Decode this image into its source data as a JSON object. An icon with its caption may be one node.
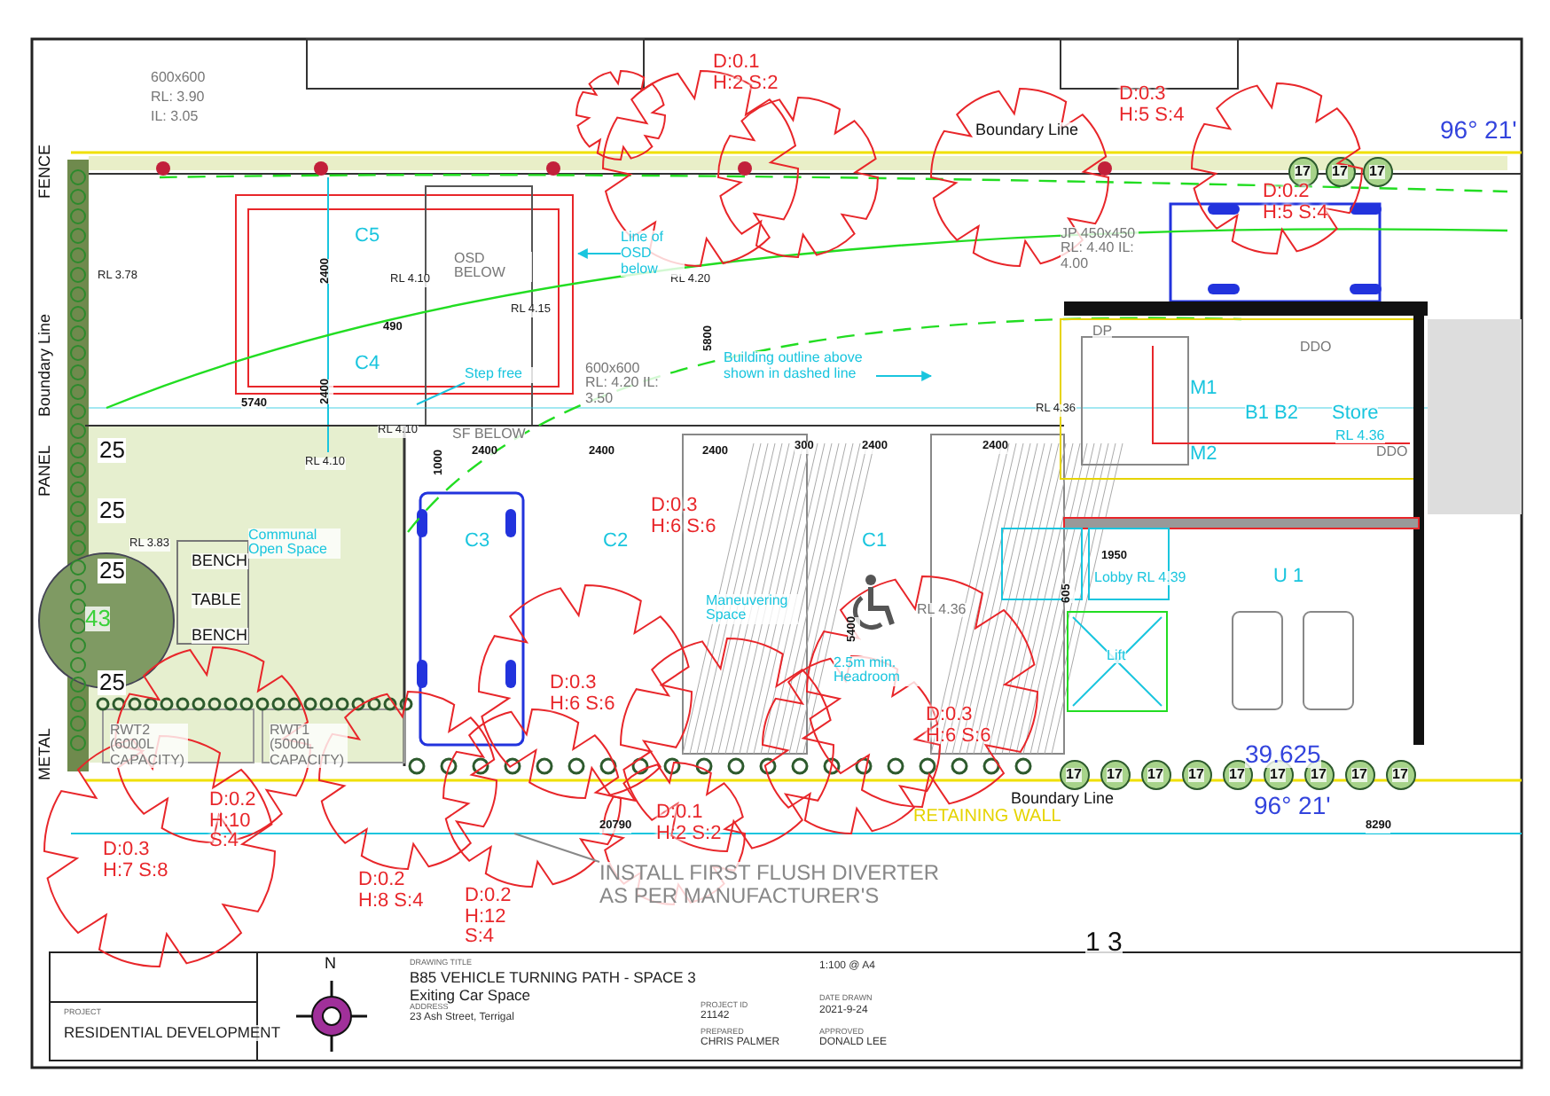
{
  "diagram": {
    "title": "B85 VEHICLE TURNING PATH - SPACE 3",
    "nodes": [
      {
        "text": [
          "Line of OSD below"
        ]
      },
      {
        "text": [
          "Building outline above shown in dashed line"
        ]
      },
      {
        "text": [
          "Step free"
        ]
      },
      {
        "text": [
          "INSTALL FIRST FLUSH DIVERTER AS PER MANUFACTURER'S"
        ]
      }
    ],
    "edges": [
      {
        "from": 0,
        "to": null,
        "arrow": "to"
      },
      {
        "from": 1,
        "to": null,
        "arrow": "to"
      },
      {
        "from": 2,
        "to": null,
        "arrow": "none"
      },
      {
        "from": 3,
        "to": null,
        "arrow": "none",
        "color": "#888888"
      }
    ],
    "labels": [
      "600x600",
      "RL: 3.90",
      "IL: 3.05",
      "D:0.1 H:2 S:2",
      "D:0.3 H:5 S:4",
      "Boundary Line",
      "96° 21'",
      "17",
      "17",
      "17",
      "D:0.2 H:5 S:4",
      "FENCE",
      "C5",
      "2400",
      "OSD BELOW",
      "RL 3.78",
      "RL 4.10",
      "RL 4.20",
      "RL 4.15",
      "490",
      "5800",
      "Boundary Line",
      "C4",
      "2400",
      "5740",
      "600x600 RL: 4.20 IL: 3.50",
      "JP 450x450 RL: 4.40 IL: 4.00",
      "DP",
      "DDO",
      "M1",
      "RL 4.36",
      "B1 B2",
      "Store",
      "RL 4.36",
      "M2",
      "DDO",
      "PANEL",
      "RL 4.10",
      "SF BELOW",
      "1000",
      "2400",
      "2400",
      "2400",
      "300",
      "2400",
      "2400",
      "25",
      "RL 4.10",
      "25",
      "C3",
      "C2",
      "C1",
      "D:0.3 H:6 S:6",
      "RL 3.83",
      "Communal Open Space",
      "BENCH",
      "25",
      "TABLE",
      "43",
      "BENCH",
      "5400",
      "RL 4.36",
      "1950",
      "605",
      "Lobby RL 4.39",
      "U 1",
      "Maneuvering Space",
      "2.5m min. Headroom",
      "Lift",
      "D:0.3 H:6 S:6",
      "25",
      "D:0.3 H:6 S:6",
      "METAL",
      "RWT2 (6000L CAPACITY)",
      "RWT1 (5000L CAPACITY)",
      "17",
      "17",
      "17",
      "17",
      "17",
      "17",
      "17",
      "17",
      "17",
      "39.625",
      "D:0.2 H:10 S:4",
      "Boundary Line",
      "96° 21'",
      "RETAINING WALL",
      "20790",
      "8290",
      "D:0.1 H:2 S:2",
      "D:0.3 H:7 S:8",
      "D:0.2 H:8 S:4",
      "D:0.2 H:12 S:4",
      "1 3",
      "N",
      "DRAWING TITLE",
      "Exiting Car Space",
      "ADDRESS",
      "23 Ash Street, Terrigal",
      "PROJECT",
      "RESIDENTIAL DEVELOPMENT",
      "1:100 @ A4",
      "PROJECT ID",
      "21142",
      "DATE DRAWN",
      "2021-9-24",
      "PREPARED",
      "CHRIS PALMER",
      "APPROVED",
      "DONALD LEE"
    ]
  }
}
